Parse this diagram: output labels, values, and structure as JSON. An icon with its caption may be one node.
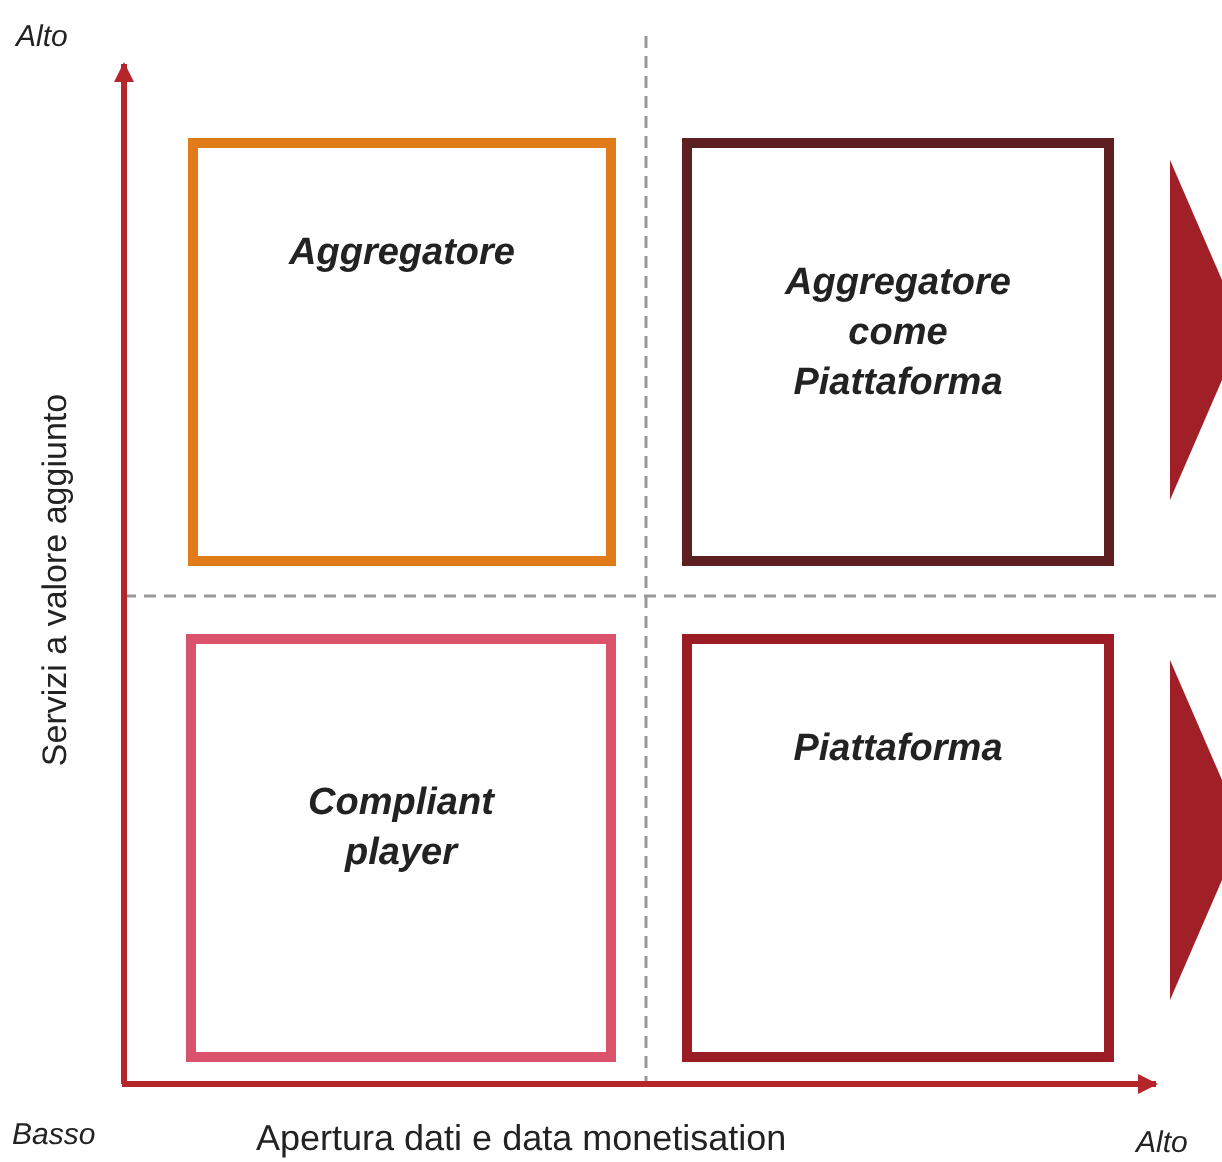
{
  "diagram": {
    "nodes": [
      {
        "text": [
          "Aggregatore"
        ]
      },
      {
        "text": [
          "Aggregatore come Piattaforma"
        ]
      },
      {
        "text": [
          "Compliant player"
        ]
      },
      {
        "text": [
          "Piattaforma"
        ]
      }
    ],
    "labels": [
      "Alto",
      "Servizi a valore aggiunto",
      "Basso",
      "Apertura dati e data monetisation",
      "Alto"
    ]
  }
}
